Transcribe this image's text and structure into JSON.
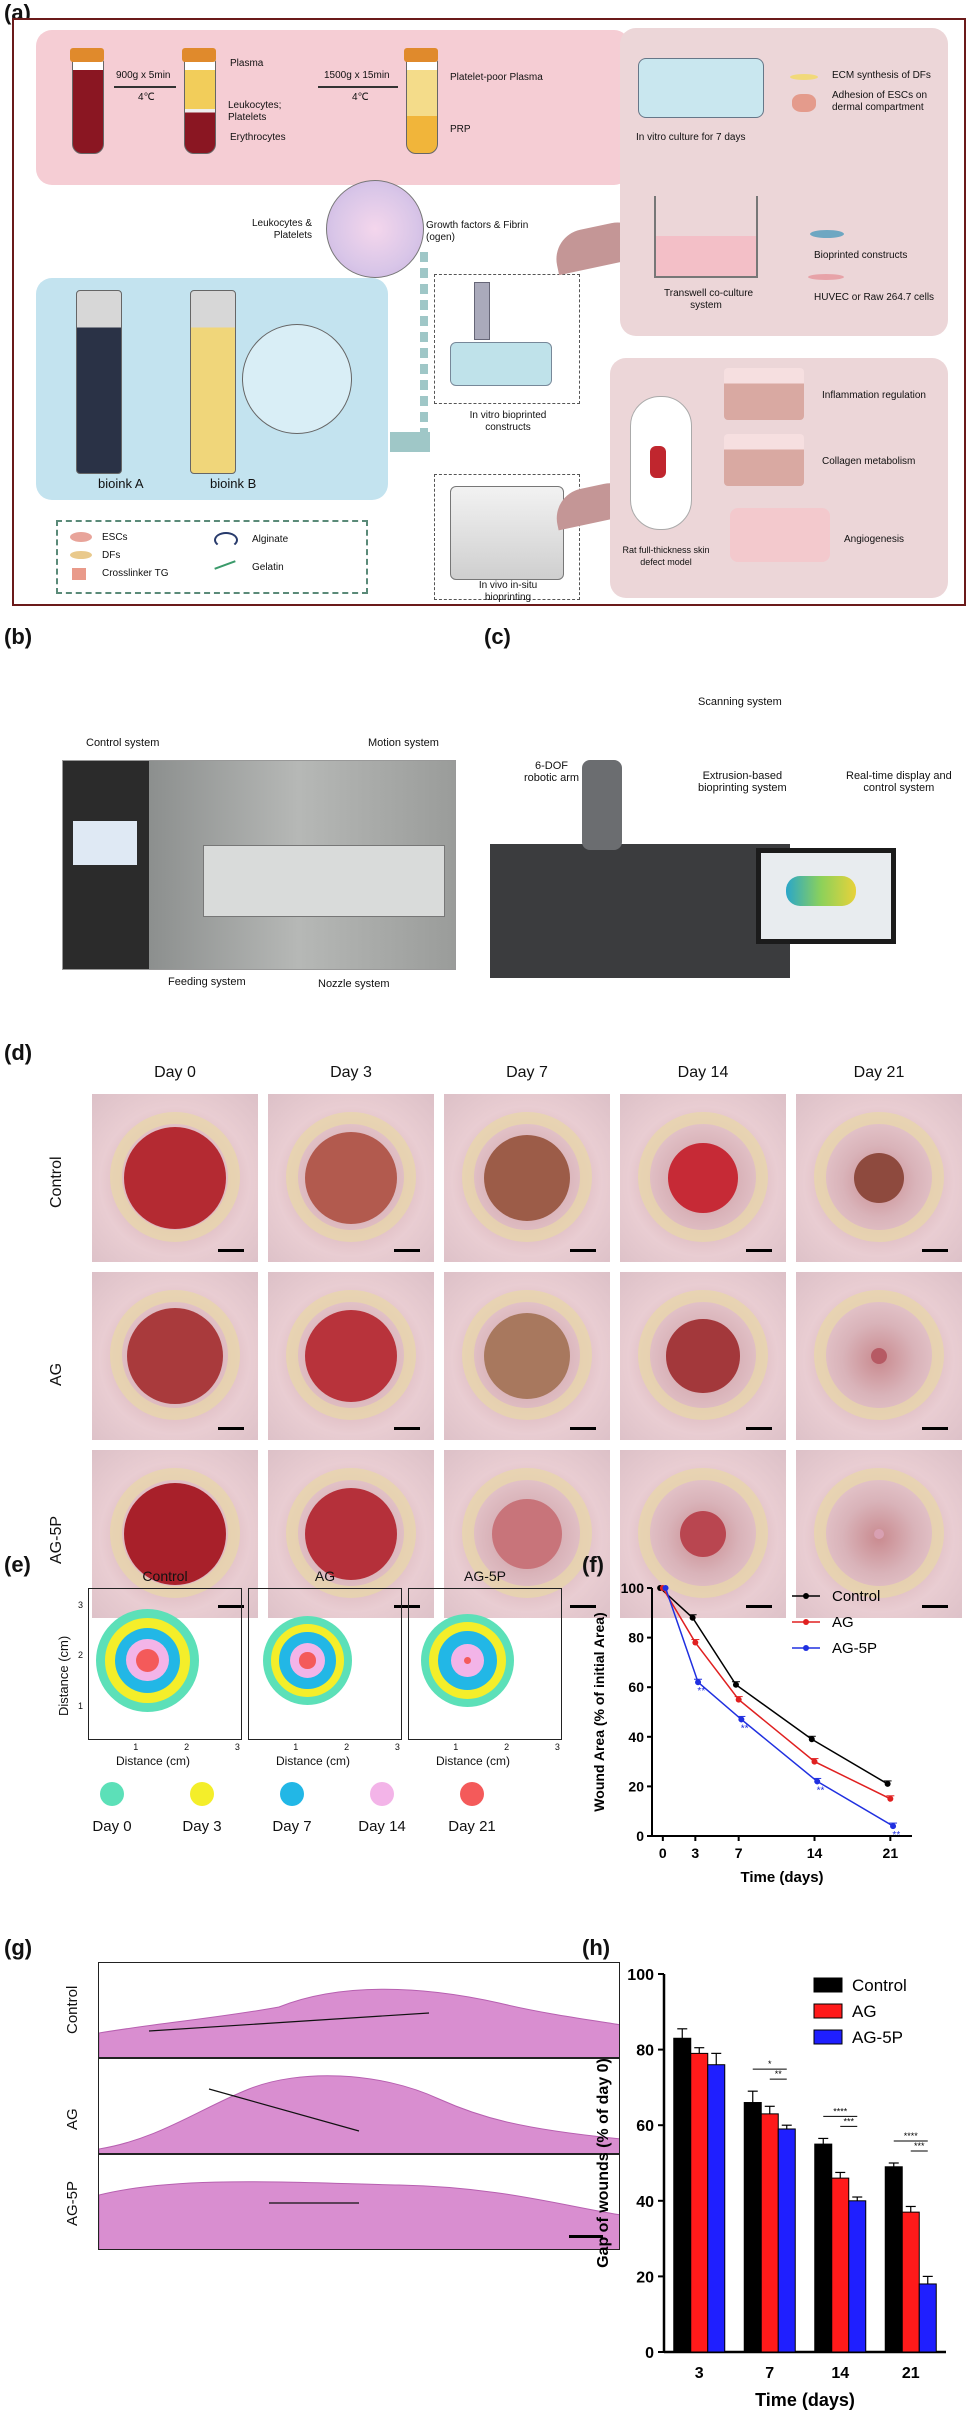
{
  "panels": {
    "a": "(a)",
    "b": "(b)",
    "c": "(c)",
    "d": "(d)",
    "e": "(e)",
    "f": "(f)",
    "g": "(g)",
    "h": "(h)"
  },
  "panel_a": {
    "centrifuge1": "900g x 5min",
    "temp1": "4℃",
    "centrifuge2": "1500g x 15min",
    "temp2": "4℃",
    "plasma": "Plasma",
    "leuk_platelets": "Leukocytes;\nPlatelets",
    "erythrocytes": "Erythrocytes",
    "ppp": "Platelet-poor Plasma",
    "prp": "PRP",
    "leuk_platelets2": "Leukocytes &\nPlatelets",
    "growth_factors": "Growth factors & Fibrin\n(ogen)",
    "in_vitro_culture": "In vitro culture for 7 days",
    "ecm": "ECM synthesis of DFs",
    "adhesion": "Adhesion of ESCs on\ndermal compartment",
    "transwell": "Transwell co-culture\nsystem",
    "bioprinted_constructs": "Bioprinted constructs",
    "huvec": "HUVEC or Raw 264.7 cells",
    "bioink_a": "bioink A",
    "bioink_b": "bioink B",
    "in_vitro_bioprinted": "In vitro bioprinted\nconstructs",
    "in_vivo": "In vivo in-situ\nbioprinting",
    "rat_model": "Rat full-thickness skin\ndefect model",
    "inflammation": "Inflammation regulation",
    "collagen": "Collagen metabolism",
    "angiogenesis": "Angiogenesis",
    "legend_escs": "ESCs",
    "legend_dfs": "DFs",
    "legend_tg": "Crosslinker TG",
    "legend_alginate": "Alginate",
    "legend_gelatin": "Gelatin"
  },
  "panel_b": {
    "control": "Control system",
    "motion": "Motion system",
    "feeding": "Feeding system",
    "nozzle": "Nozzle system"
  },
  "panel_c": {
    "scanning": "Scanning system",
    "robotic": "6-DOF\nrobotic arm",
    "extrusion": "Extrusion-based\nbioprinting system",
    "realtime": "Real-time display and\ncontrol system"
  },
  "panel_d": {
    "days": [
      "Day 0",
      "Day 3",
      "Day 7",
      "Day 14",
      "Day 21"
    ],
    "groups": [
      "Control",
      "AG",
      "AG-5P"
    ]
  },
  "panel_e": {
    "groups": [
      "Control",
      "AG",
      "AG-5P"
    ],
    "ylabel": "Distance (cm)",
    "xlabel": "Distance (cm)",
    "xticks": [
      "1",
      "2",
      "3"
    ],
    "yticks": [
      "1",
      "2",
      "3"
    ],
    "legend": [
      "Day 0",
      "Day 3",
      "Day 7",
      "Day 14",
      "Day 21"
    ],
    "legend_colors": [
      "#5ce0b8",
      "#f4ee2a",
      "#22b7e6",
      "#f3b4e8",
      "#f45a5a"
    ]
  },
  "chart_data": [
    {
      "type": "line",
      "ylabel": "Wound Area (% of initial Area)",
      "xlabel": "Time (days)",
      "x": [
        0,
        3,
        7,
        14,
        21
      ],
      "xlim": [
        -1,
        23
      ],
      "ylim": [
        0,
        100
      ],
      "yticks": [
        0,
        20,
        40,
        60,
        80,
        100
      ],
      "legend_placement": "top-right",
      "series": [
        {
          "name": "Control",
          "color": "#000000",
          "values": [
            100,
            88,
            61,
            39,
            21
          ]
        },
        {
          "name": "AG",
          "color": "#e02020",
          "values": [
            100,
            78,
            55,
            30,
            15
          ]
        },
        {
          "name": "AG-5P",
          "color": "#2030e0",
          "values": [
            100,
            62,
            47,
            22,
            4
          ]
        }
      ],
      "annotations": [
        "**",
        "**",
        "**",
        "**"
      ]
    },
    {
      "type": "bar",
      "ylabel": "Gap of wounds (% of day 0)",
      "xlabel": "Time (days)",
      "categories": [
        "3",
        "7",
        "14",
        "21"
      ],
      "ylim": [
        0,
        100
      ],
      "yticks": [
        0,
        20,
        40,
        60,
        80,
        100
      ],
      "legend_placement": "top-right",
      "series": [
        {
          "name": "Control",
          "color": "#000000",
          "values": [
            83,
            66,
            55,
            49
          ],
          "errors": [
            2.5,
            3,
            1.5,
            1
          ]
        },
        {
          "name": "AG",
          "color": "#ff1a1a",
          "values": [
            79,
            63,
            46,
            37
          ],
          "errors": [
            1.5,
            2,
            1.5,
            1.5
          ]
        },
        {
          "name": "AG-5P",
          "color": "#1f1fff",
          "values": [
            76,
            59,
            40,
            18
          ],
          "errors": [
            3,
            1,
            1,
            2
          ]
        }
      ],
      "significance": [
        {
          "category": "7",
          "marks": [
            "*",
            "**"
          ]
        },
        {
          "category": "14",
          "marks": [
            "****",
            "***"
          ]
        },
        {
          "category": "21",
          "marks": [
            "****",
            "***"
          ]
        }
      ]
    }
  ],
  "panel_g": {
    "groups": [
      "Control",
      "AG",
      "AG-5P"
    ]
  }
}
